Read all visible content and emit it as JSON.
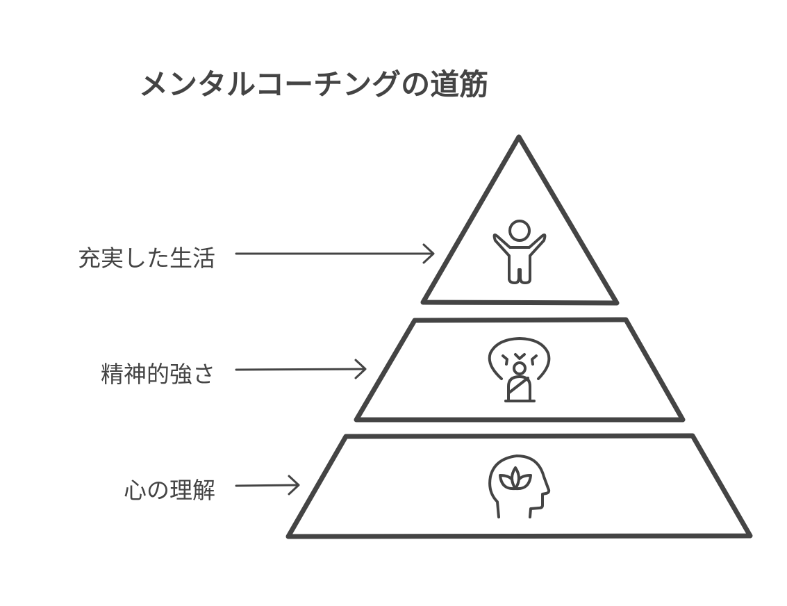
{
  "title": "メンタルコーチングの道筋",
  "levels": [
    {
      "label": "充実した生活",
      "icon": "person-arms-raised-icon"
    },
    {
      "label": "精神的強さ",
      "icon": "meditating-person-icon"
    },
    {
      "label": "心の理解",
      "icon": "head-lotus-icon"
    }
  ],
  "colors": {
    "stroke": "#444444",
    "background": "#ffffff"
  }
}
